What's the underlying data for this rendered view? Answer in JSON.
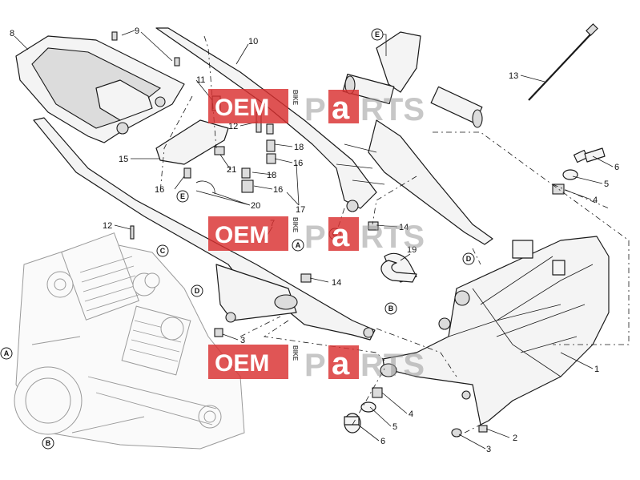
{
  "watermark": {
    "oem": "OEM",
    "bike": "BIKE",
    "p": "P",
    "a": "a",
    "rts": "RTS",
    "accent": "#d9302f"
  },
  "callouts": [
    "1",
    "2",
    "3",
    "3",
    "4",
    "4",
    "5",
    "5",
    "6",
    "6",
    "7",
    "8",
    "9",
    "10",
    "11",
    "12",
    "12",
    "13",
    "14",
    "14",
    "15",
    "16",
    "16",
    "16",
    "17",
    "18",
    "18",
    "19",
    "20",
    "21"
  ],
  "refs": [
    "A",
    "A",
    "B",
    "B",
    "C",
    "C",
    "D",
    "D",
    "E",
    "E"
  ],
  "colors": {
    "line": "#1a1a1a",
    "engine": "#9a9a9a",
    "fill": "#f4f4f4"
  }
}
